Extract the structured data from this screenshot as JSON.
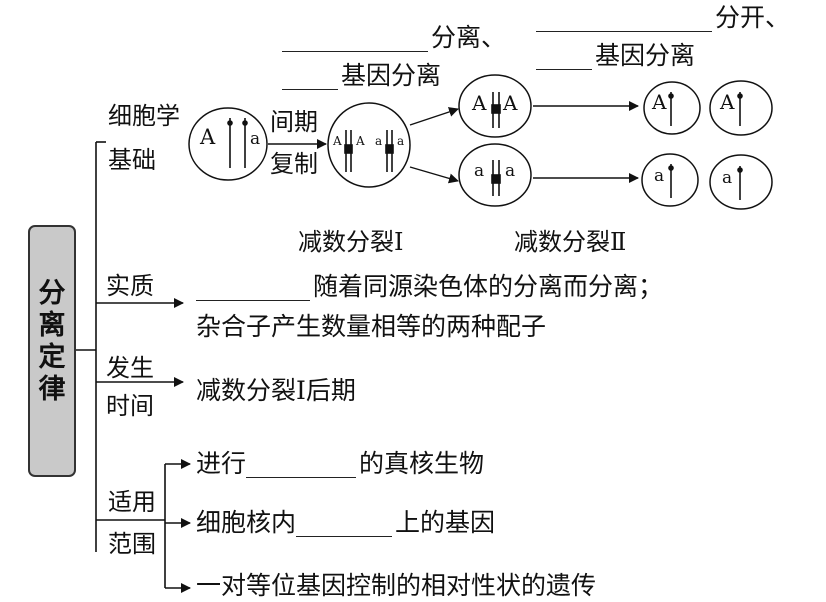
{
  "main_title": [
    "分",
    "离",
    "定",
    "律"
  ],
  "branches": {
    "basis": {
      "label": [
        "细胞学",
        "基础"
      ]
    },
    "essence": {
      "label": "实质",
      "line1": "随着同源染色体的分离而分离；",
      "line2": "杂合子产生数量相等的两种配子"
    },
    "timing": {
      "label": [
        "发生",
        "时间"
      ],
      "text": "减数分裂Ⅰ后期"
    },
    "scope": {
      "label": [
        "适用",
        "范围"
      ],
      "items": [
        {
          "before": "进行",
          "after": "的真核生物"
        },
        {
          "before": "细胞核内",
          "after": "上的基因"
        },
        {
          "before": "一对等位基因控制的相对性状的遗传",
          "after": ""
        }
      ]
    }
  },
  "cell_diagram": {
    "interphase_label": [
      "间期",
      "复制"
    ],
    "top_left_fill": {
      "text1": "分离、",
      "text2": "基因分离"
    },
    "top_right_fill": {
      "text1": "分开、",
      "text2": "基因分离"
    },
    "stage_labels": [
      "减数分裂Ⅰ",
      "减数分裂Ⅱ"
    ],
    "allele_dominant": "A",
    "allele_recessive": "a"
  }
}
